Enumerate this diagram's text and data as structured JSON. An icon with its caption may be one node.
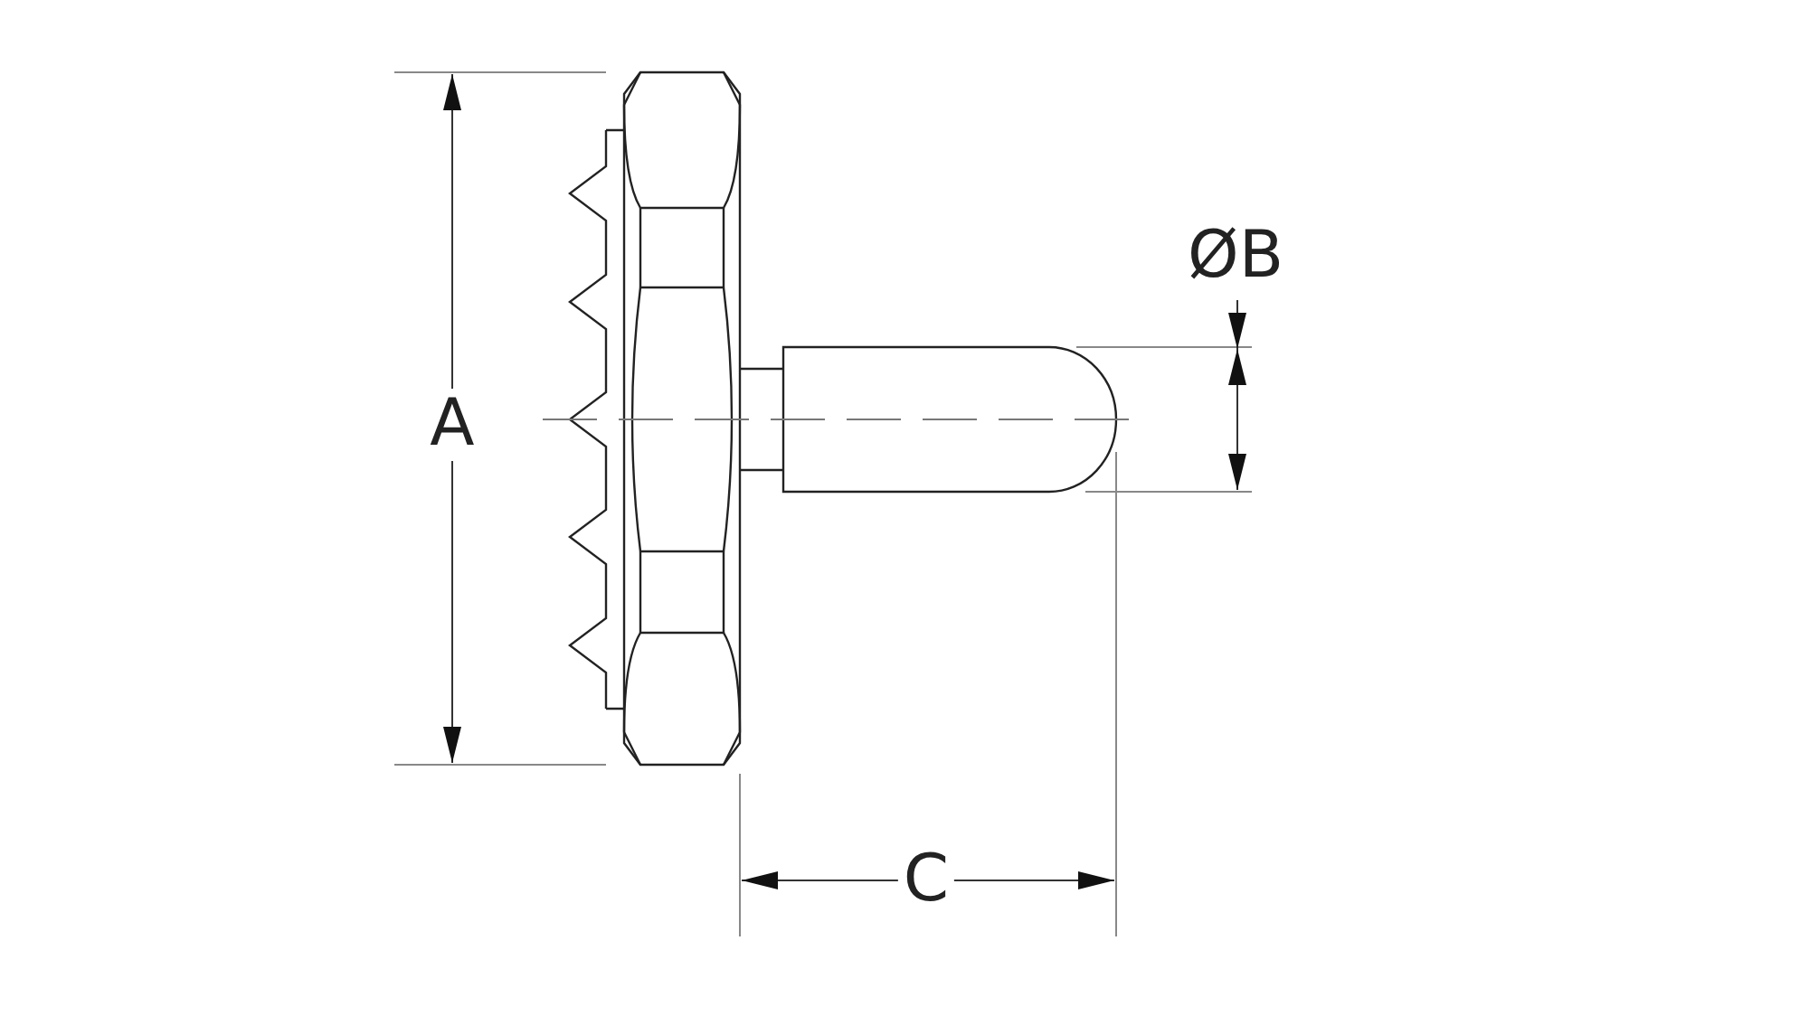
{
  "diagram": {
    "labels": [
      "A",
      "ØB",
      "C"
    ]
  }
}
